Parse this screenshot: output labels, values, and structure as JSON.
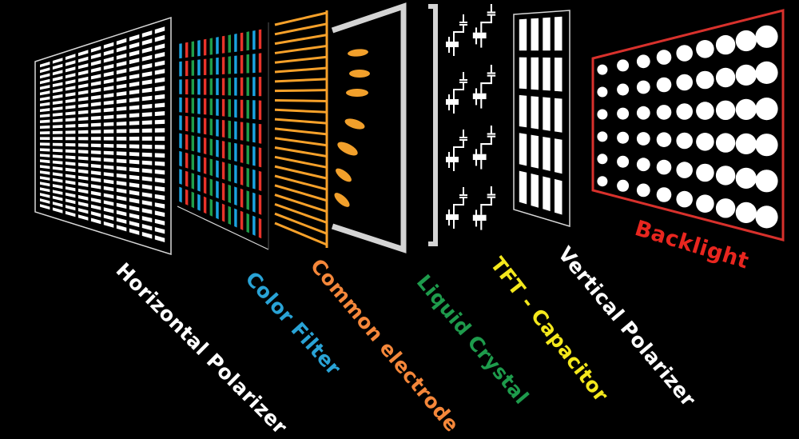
{
  "title": "LCD panel layer structure",
  "colors": {
    "background": "#000000",
    "polarizer": "#ffffff",
    "frame": "#d8d8d8",
    "filter_red": "#e8332a",
    "filter_green": "#1f9e4a",
    "filter_blue": "#1aa3e0",
    "electrode": "#f7a12a",
    "crystal": "#f2a02b",
    "glass": "#d4d4d4",
    "tft": "#ffffff",
    "backlight_frame": "#d8312c",
    "backlight_led": "#ffffff"
  },
  "layers": [
    {
      "id": "horizontal-polarizer",
      "label": "Horizontal  Polarizer",
      "label_color": "#ffffff",
      "columns": 10,
      "rows": 26
    },
    {
      "id": "color-filter",
      "label": "Color Filter",
      "label_color": "#29a3d6",
      "columns": 14,
      "rows": 9,
      "pattern": [
        "blue",
        "red",
        "green"
      ]
    },
    {
      "id": "common-electrode",
      "label": "Common electrode",
      "label_color": "#f5873a",
      "lines": 22
    },
    {
      "id": "liquid-crystal",
      "label": "Liquid  Crystal",
      "label_color": "#1e9b4c",
      "molecules": 7
    },
    {
      "id": "tft-capacitor",
      "label": "TFT - Capacitor",
      "label_color": "#f4e81c",
      "rows": 4,
      "columns": 2
    },
    {
      "id": "vertical-polarizer",
      "label": "Vertical  Polarizer",
      "label_color": "#ffffff",
      "columns": 4,
      "rows": 5
    },
    {
      "id": "backlight",
      "label": "Backlight",
      "label_color": "#e8261f",
      "columns": 9,
      "rows": 6
    }
  ]
}
